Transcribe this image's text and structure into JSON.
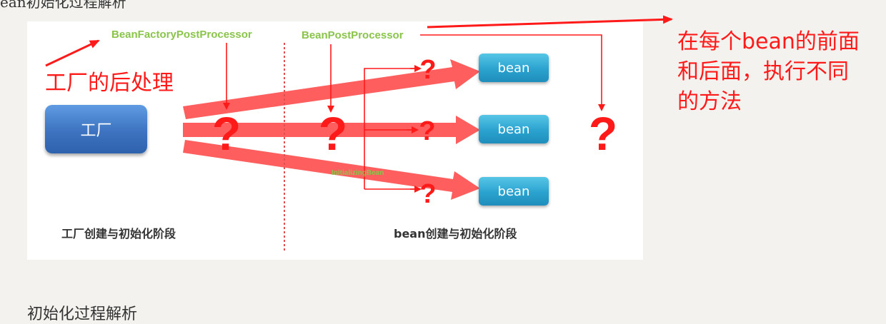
{
  "page": {
    "top_heading": "ean初始化过程解析",
    "bottom_heading": "初始化过程解析"
  },
  "diagram": {
    "factory_label": "工厂",
    "bean_labels": [
      "bean",
      "bean",
      "bean"
    ],
    "factory_post_processor": "BeanFactoryPostProcessor",
    "bean_post_processor": "BeanPostProcessor",
    "initializing_bean": "InitializingBean",
    "factory_stage": "工厂创建与初始化阶段",
    "bean_stage": "bean创建与初始化阶段",
    "question_mark": "?"
  },
  "annotations": {
    "factory_post": "工厂的后处理",
    "right_lines": [
      "在每个bean的前面",
      "和后面，执行不同",
      "的方法"
    ]
  },
  "colors": {
    "red": "#ff1a1a",
    "arrow_red": "#ff5050",
    "green_label": "#8ac44b",
    "factory_blue": "#3d73c0",
    "bean_cyan": "#2aa2cf"
  }
}
